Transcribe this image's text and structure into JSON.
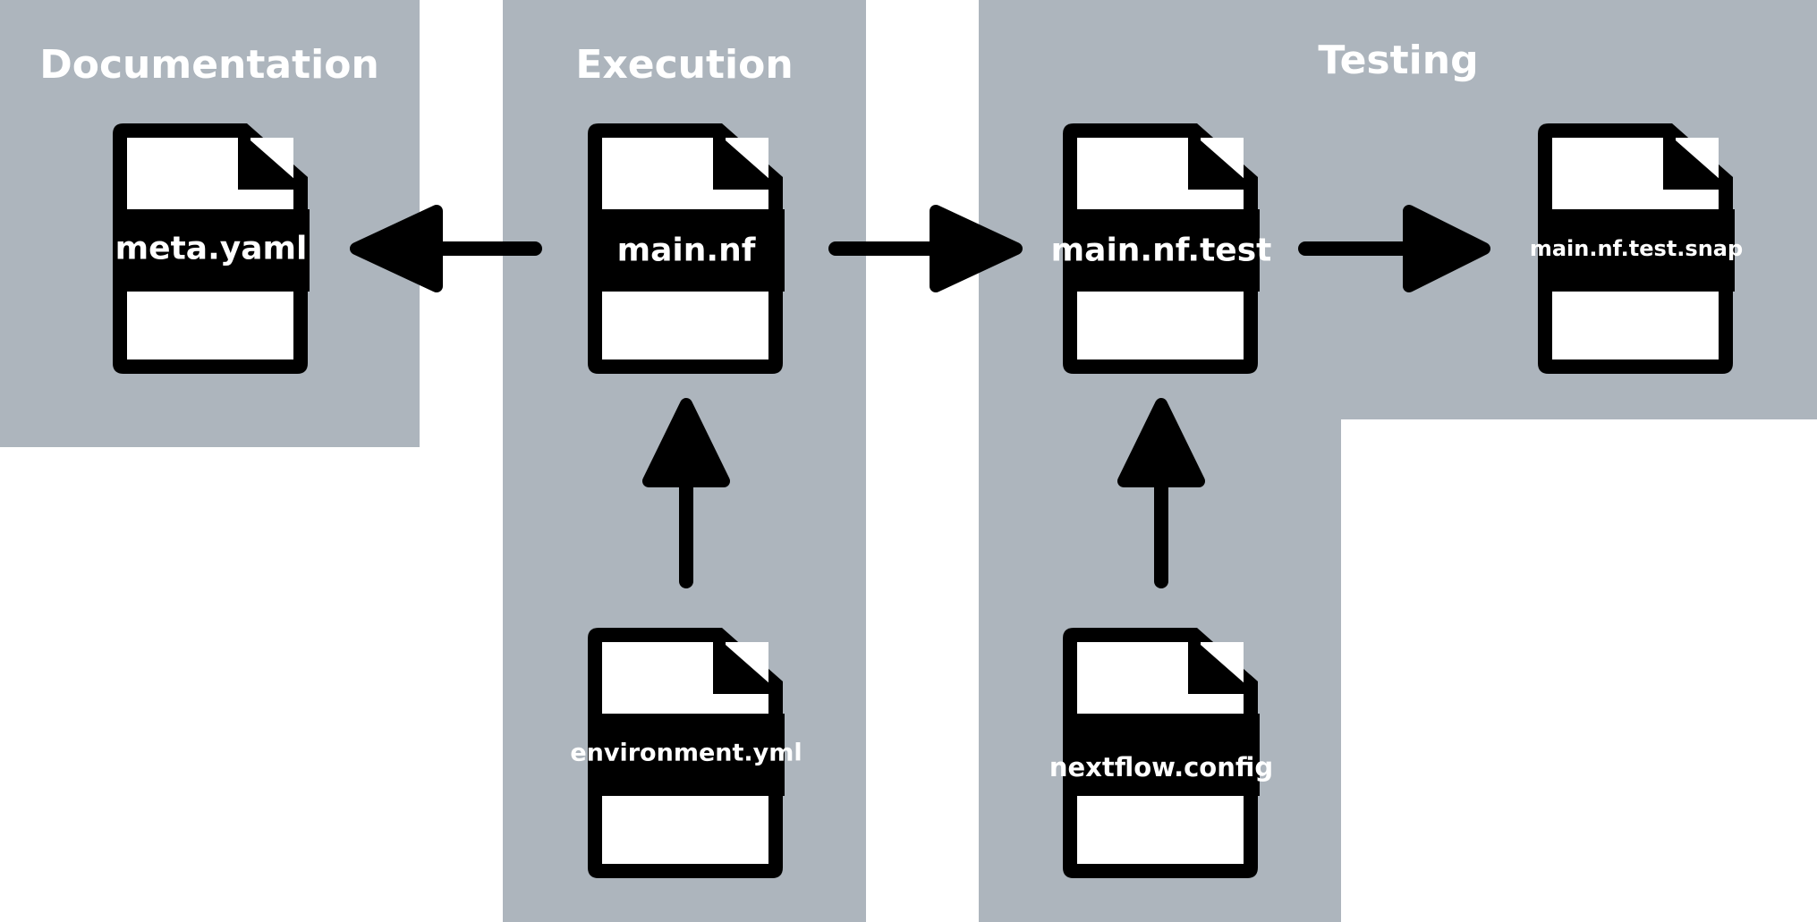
{
  "sections": {
    "documentation": {
      "title": "Documentation"
    },
    "execution": {
      "title": "Execution"
    },
    "testing": {
      "title": "Testing"
    }
  },
  "files": {
    "meta_yaml": {
      "label": "meta.yaml",
      "icon": "file-icon"
    },
    "main_nf": {
      "label": "main.nf",
      "icon": "file-icon"
    },
    "main_nf_test": {
      "label": "main.nf.test",
      "icon": "file-icon"
    },
    "main_nf_test_snap": {
      "label": "main.nf.test.snap",
      "icon": "file-icon"
    },
    "environment_yml": {
      "label": "environment.yml",
      "icon": "file-icon"
    },
    "nextflow_config": {
      "label": "nextflow.config",
      "icon": "file-icon"
    }
  },
  "colors": {
    "panel": "#adb5bd",
    "ink": "#000000",
    "paper": "#ffffff"
  }
}
